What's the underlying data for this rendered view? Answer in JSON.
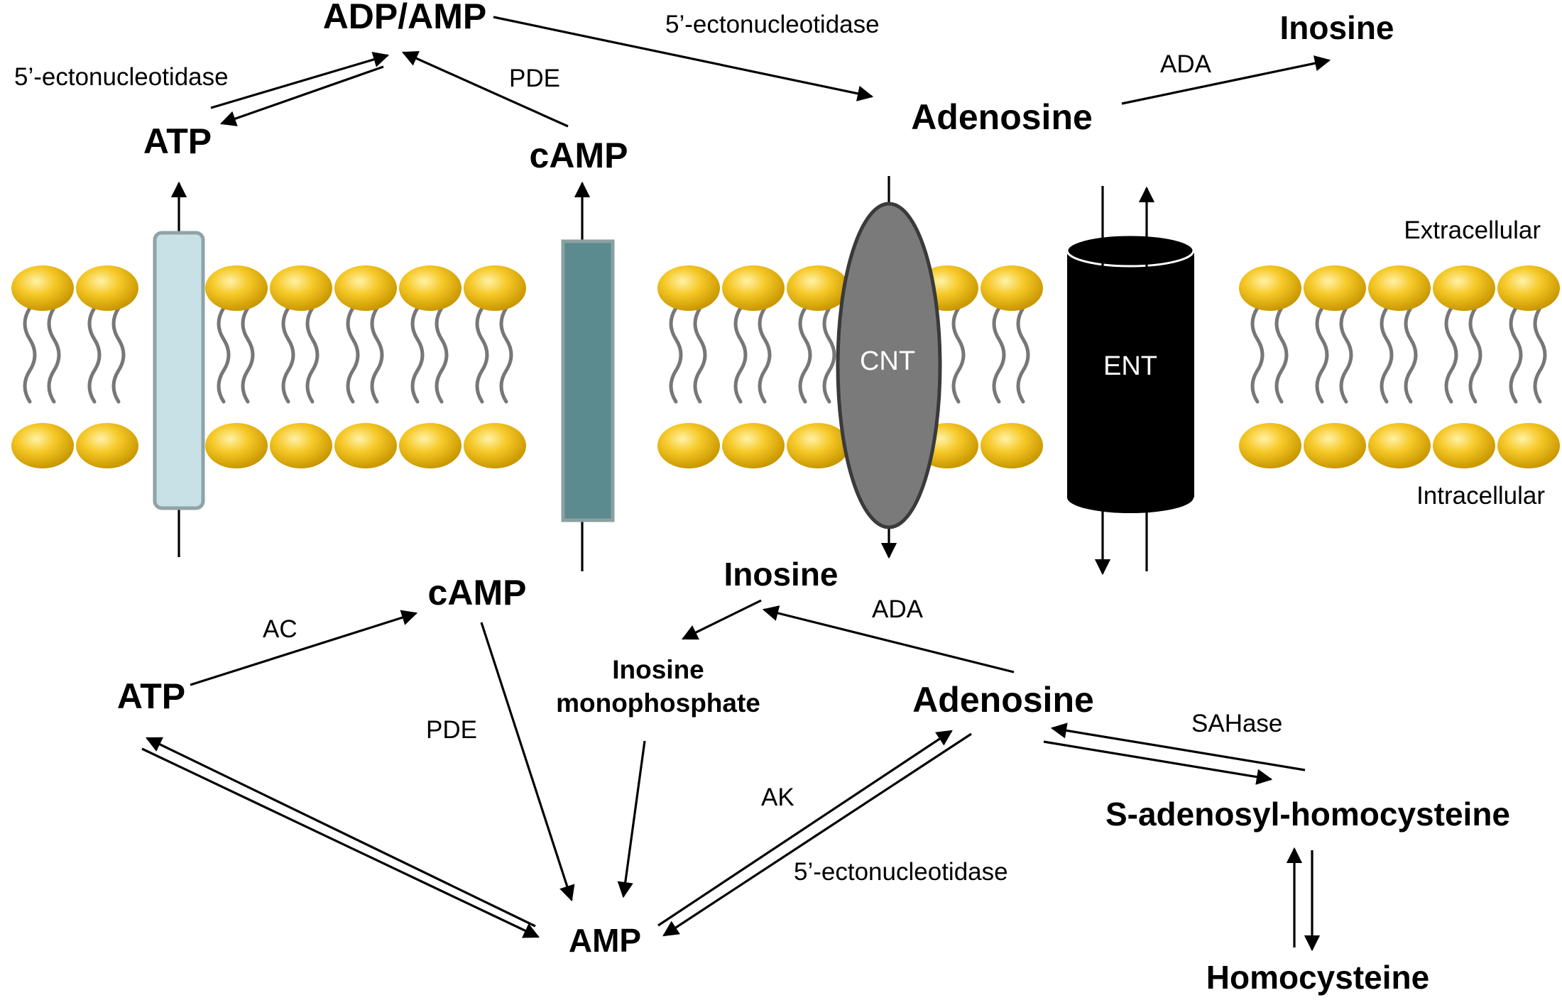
{
  "labels": {
    "adp_amp": "ADP/AMP",
    "atp_out": "ATP",
    "camp_out": "cAMP",
    "adenosine_out": "Adenosine",
    "inosine_out": "Inosine",
    "enz_5ecto_left": "5’-ectonucleotidase",
    "enz_5ecto_top": "5’-ectonucleotidase",
    "enz_pde_top": "PDE",
    "enz_ada_top": "ADA",
    "extracellular": "Extracellular",
    "intracellular": "Intracellular",
    "cnt": "CNT",
    "ent": "ENT",
    "atp_in": "ATP",
    "camp_in": "cAMP",
    "inosine_in": "Inosine",
    "imp_line1": "Inosine",
    "imp_line2": "monophosphate",
    "adenosine_in": "Adenosine",
    "amp": "AMP",
    "sah": "S-adenosyl-homocysteine",
    "homocysteine": "Homocysteine",
    "enz_ac": "AC",
    "enz_pde_bottom": "PDE",
    "enz_ak": "AK",
    "enz_5ecto_bottom": "5’-ectonucleotidase",
    "enz_ada_bottom": "ADA",
    "enz_sahase": "SAHase"
  },
  "colors": {
    "lipid_head": "#f2c21b",
    "lipid_tail": "#777777",
    "channel_atp": "#c8e1e6",
    "channel_camp": "#5b8a8f",
    "cnt_fill": "#7a7a7a",
    "ent_fill": "#000000"
  }
}
